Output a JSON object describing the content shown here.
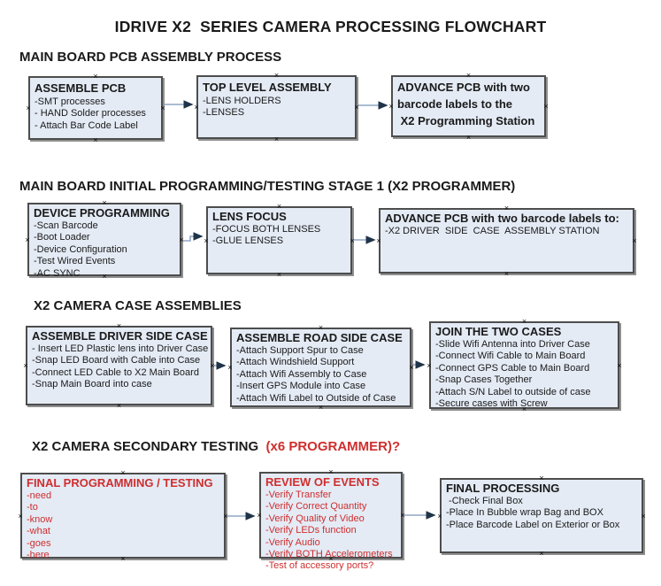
{
  "title": "IDRIVE X2  SERIES CAMERA PROCESSING FLOWCHART",
  "glyphs": {
    "connection_point": "×"
  },
  "colors": {
    "box_fill": "#e4ebf5",
    "box_border": "#4d4d4d",
    "box_shadow": "#8f8f8f",
    "arrow_line": "#8fa5c5",
    "arrow_head": "#203449",
    "red_text": "#cf2e2e",
    "black_text": "#1a1a1a"
  },
  "sections": [
    {
      "heading": "MAIN BOARD PCB ASSEMBLY PROCESS",
      "boxes": [
        {
          "title": "ASSEMBLE PCB",
          "items": [
            "-SMT processes",
            "- HAND Solder processes",
            "- Attach Bar Code Label"
          ]
        },
        {
          "title": "TOP LEVEL ASSEMBLY",
          "items": [
            "-LENS HOLDERS",
            "-LENSES"
          ]
        },
        {
          "title": "ADVANCE PCB with two\nbarcode labels to the\n X2 Programming Station",
          "items": []
        }
      ]
    },
    {
      "heading": "MAIN BOARD INITIAL PROGRAMMING/TESTING STAGE 1 (X2 PROGRAMMER)",
      "boxes": [
        {
          "title": "DEVICE PROGRAMMING",
          "items": [
            "-Scan Barcode",
            "-Boot Loader",
            "-Device Configuration",
            "-Test Wired Events",
            "-AC SYNC"
          ]
        },
        {
          "title": "LENS FOCUS",
          "items": [
            "-FOCUS BOTH LENSES",
            "-GLUE LENSES"
          ]
        },
        {
          "title": "ADVANCE PCB with two barcode labels to:",
          "items": [
            "-X2 DRIVER  SIDE  CASE  ASSEMBLY STATION"
          ]
        }
      ]
    },
    {
      "heading": "X2 CAMERA CASE ASSEMBLIES",
      "boxes": [
        {
          "title": "ASSEMBLE DRIVER SIDE CASE",
          "items": [
            "- Insert LED Plastic lens into Driver Case",
            "-Snap LED Board with Cable into Case",
            "-Connect LED Cable to X2 Main Board",
            "-Snap Main Board into case"
          ]
        },
        {
          "title": "ASSEMBLE ROAD SIDE CASE",
          "items": [
            "-Attach Support Spur to Case",
            "-Attach Windshield Support",
            "-Attach Wifi Assembly to Case",
            "-Insert GPS Module into Case",
            "-Attach Wifi Label to Outside of Case"
          ]
        },
        {
          "title": "JOIN THE TWO CASES",
          "items": [
            "-Slide Wifi Antenna into Driver Case",
            "-Connect Wifi Cable to Main Board",
            "-Connect GPS Cable to Main Board",
            "-Snap Cases Together",
            "-Attach S/N Label to outside of case",
            "-Secure cases with Screw"
          ]
        }
      ]
    },
    {
      "heading": "X2 CAMERA SECONDARY TESTING  ",
      "heading_red": "(x6 PROGRAMMER)?",
      "boxes": [
        {
          "title": "FINAL PROGRAMMING / TESTING",
          "items": [
            "-need",
            "-to",
            "-know",
            "-what",
            "-goes",
            "-here"
          ]
        },
        {
          "title": "REVIEW OF EVENTS",
          "items": [
            "-Verify Transfer",
            "-Verify Correct Quantity",
            "-Verify Quality of Video",
            "-Verify LEDs function",
            "-Verify Audio",
            "-Verify BOTH Accelerometers",
            "-Test of accessory ports?"
          ]
        },
        {
          "title": "FINAL PROCESSING",
          "items": [
            " -Check Final Box",
            "-Place In Bubble wrap Bag and BOX",
            "-Place Barcode Label on Exterior or Box"
          ]
        }
      ]
    }
  ]
}
